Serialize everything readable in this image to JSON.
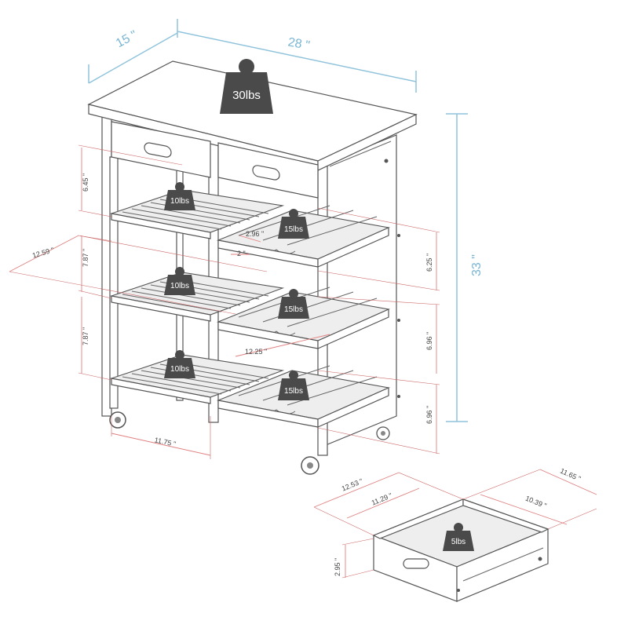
{
  "dimensions": {
    "depth": "15 \"",
    "width": "28 \"",
    "height": "33 \"",
    "shelf_depth": "12.59 \"",
    "shelf_gap_top": "6.45 \"",
    "shelf_gap_mid": "7.87 \"",
    "shelf_gap_low": "7.87 \"",
    "shelf_width": "11.75 \"",
    "rack_gap_top": "6.25 \"",
    "rack_gap_mid": "6.96 \"",
    "rack_gap_low": "6.96 \"",
    "bottle_spacing": "2.96 \"",
    "bottle_height": "2 \"",
    "rack_depth": "12.25 \"",
    "drawer_outer_width": "12.53 \"",
    "drawer_inner_width": "11.29 \"",
    "drawer_outer_depth": "11.65 \"",
    "drawer_inner_depth": "10.39 \"",
    "drawer_height": "2.95 \""
  },
  "weights": {
    "top": "30lbs",
    "shelf_1": "10lbs",
    "shelf_2": "10lbs",
    "shelf_3": "10lbs",
    "rack_1": "15lbs",
    "rack_2": "15lbs",
    "rack_3": "15lbs",
    "drawer": "5lbs"
  },
  "colors": {
    "dimension_blue": "#7ab6d4",
    "dimension_red": "#e08080",
    "weight_gray": "#4a4a4a"
  }
}
